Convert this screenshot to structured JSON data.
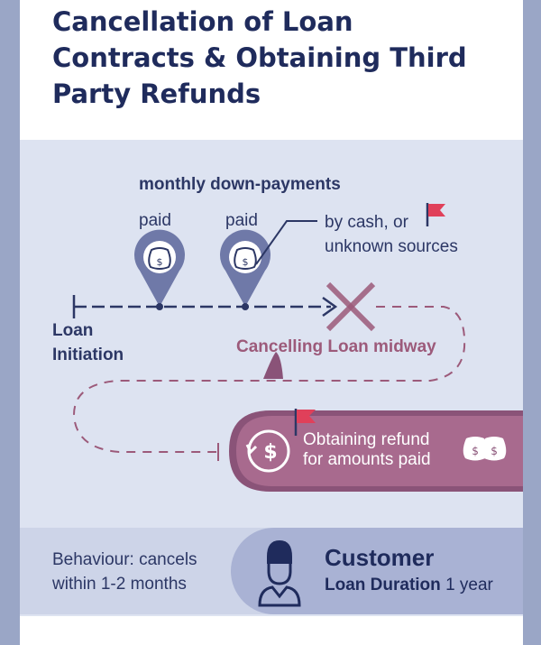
{
  "title": "Cancellation of Loan Contracts & Obtaining Third Party Refunds",
  "diagram": {
    "header": "monthly down-payments",
    "paid_labels": [
      "paid",
      "paid"
    ],
    "source_note_line1": "by cash, or",
    "source_note_line2": "unknown sources",
    "loan_initiation_line1": "Loan",
    "loan_initiation_line2": "Initiation",
    "cancelling": "Cancelling Loan midway",
    "refund_line1": "Obtaining refund",
    "refund_line2": "for amounts paid",
    "icons": [
      "money-bag-icon",
      "flag-icon",
      "cancel-x-icon",
      "refund-dollar-icon",
      "customer-icon"
    ]
  },
  "summary": {
    "behaviour_line1": "Behaviour: cancels",
    "behaviour_line2": "within 1-2 months",
    "persona": "Customer",
    "duration_label": "Loan Duration",
    "duration_value": "1 year"
  },
  "colors": {
    "navy": "#1f2b5c",
    "slate": "#6f79a8",
    "mauve": "#9c5a7a",
    "flag_red": "#e0405a",
    "panel_bg": "#dde3f1"
  }
}
